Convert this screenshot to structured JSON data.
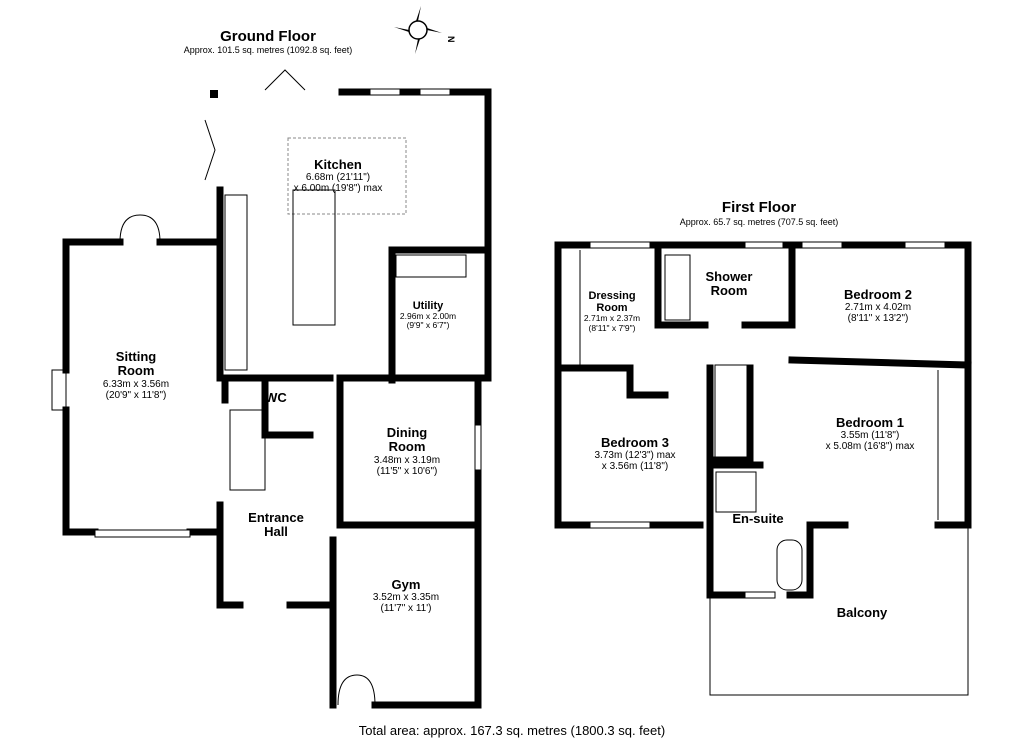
{
  "ground_floor": {
    "title": "Ground Floor",
    "area": "Approx. 101.5 sq. metres (1092.8 sq. feet)",
    "rooms": [
      {
        "name": "Kitchen",
        "dims": [
          "6.68m (21'11\")",
          "x 6.00m (19'8\") max"
        ]
      },
      {
        "name": "Utility",
        "dims": [
          "2.96m x 2.00m",
          "(9'9\" x 6'7\")"
        ]
      },
      {
        "name": "Sitting Room",
        "name_lines": [
          "Sitting",
          "Room"
        ],
        "dims": [
          "6.33m x 3.56m",
          "(20'9\" x 11'8\")"
        ]
      },
      {
        "name": "WC",
        "dims": []
      },
      {
        "name": "Dining Room",
        "name_lines": [
          "Dining",
          "Room"
        ],
        "dims": [
          "3.48m x 3.19m",
          "(11'5\" x 10'6\")"
        ]
      },
      {
        "name": "Entrance Hall",
        "name_lines": [
          "Entrance",
          "Hall"
        ],
        "dims": []
      },
      {
        "name": "Gym",
        "dims": [
          "3.52m x 3.35m",
          "(11'7\" x 11')"
        ]
      }
    ]
  },
  "first_floor": {
    "title": "First Floor",
    "area": "Approx. 65.7 sq. metres (707.5 sq. feet)",
    "rooms": [
      {
        "name": "Dressing Room",
        "name_lines": [
          "Dressing",
          "Room"
        ],
        "dims": [
          "2.71m x 2.37m",
          "(8'11\" x 7'9\")"
        ]
      },
      {
        "name": "Shower Room",
        "name_lines": [
          "Shower",
          "Room"
        ],
        "dims": []
      },
      {
        "name": "Bedroom 2",
        "dims": [
          "2.71m x 4.02m",
          "(8'11\" x 13'2\")"
        ]
      },
      {
        "name": "Bedroom 3",
        "dims": [
          "3.73m (12'3\") max",
          "x 3.56m (11'8\")"
        ]
      },
      {
        "name": "Bedroom 1",
        "dims": [
          "3.55m (11'8\")",
          "x 5.08m (16'8\") max"
        ]
      },
      {
        "name": "En-suite",
        "dims": []
      },
      {
        "name": "Balcony",
        "dims": []
      }
    ]
  },
  "compass": {
    "icon": "compass-rose-icon",
    "label": "N"
  },
  "total_area": "Total area: approx. 167.3 sq. metres (1800.3 sq. feet)"
}
